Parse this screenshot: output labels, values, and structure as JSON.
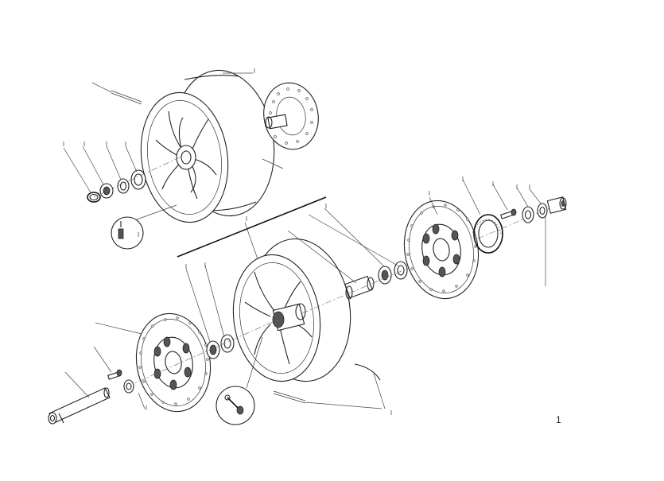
{
  "page": {
    "number": "1"
  },
  "diagram": {
    "kind": "exploded-parts-view",
    "callout_mark": "I",
    "parts": [
      "rear-wheel-rim",
      "rear-brake-disc",
      "rear-hub-spacer",
      "rear-wheel-nut",
      "rear-bearing-seal",
      "tyre-valve",
      "front-wheel-rim",
      "front-brake-disc-left",
      "front-brake-disc-right",
      "front-wheel-axle",
      "front-hub-spacer",
      "front-bearing",
      "disc-carrier",
      "disc-bolt",
      "axle-nut"
    ]
  }
}
